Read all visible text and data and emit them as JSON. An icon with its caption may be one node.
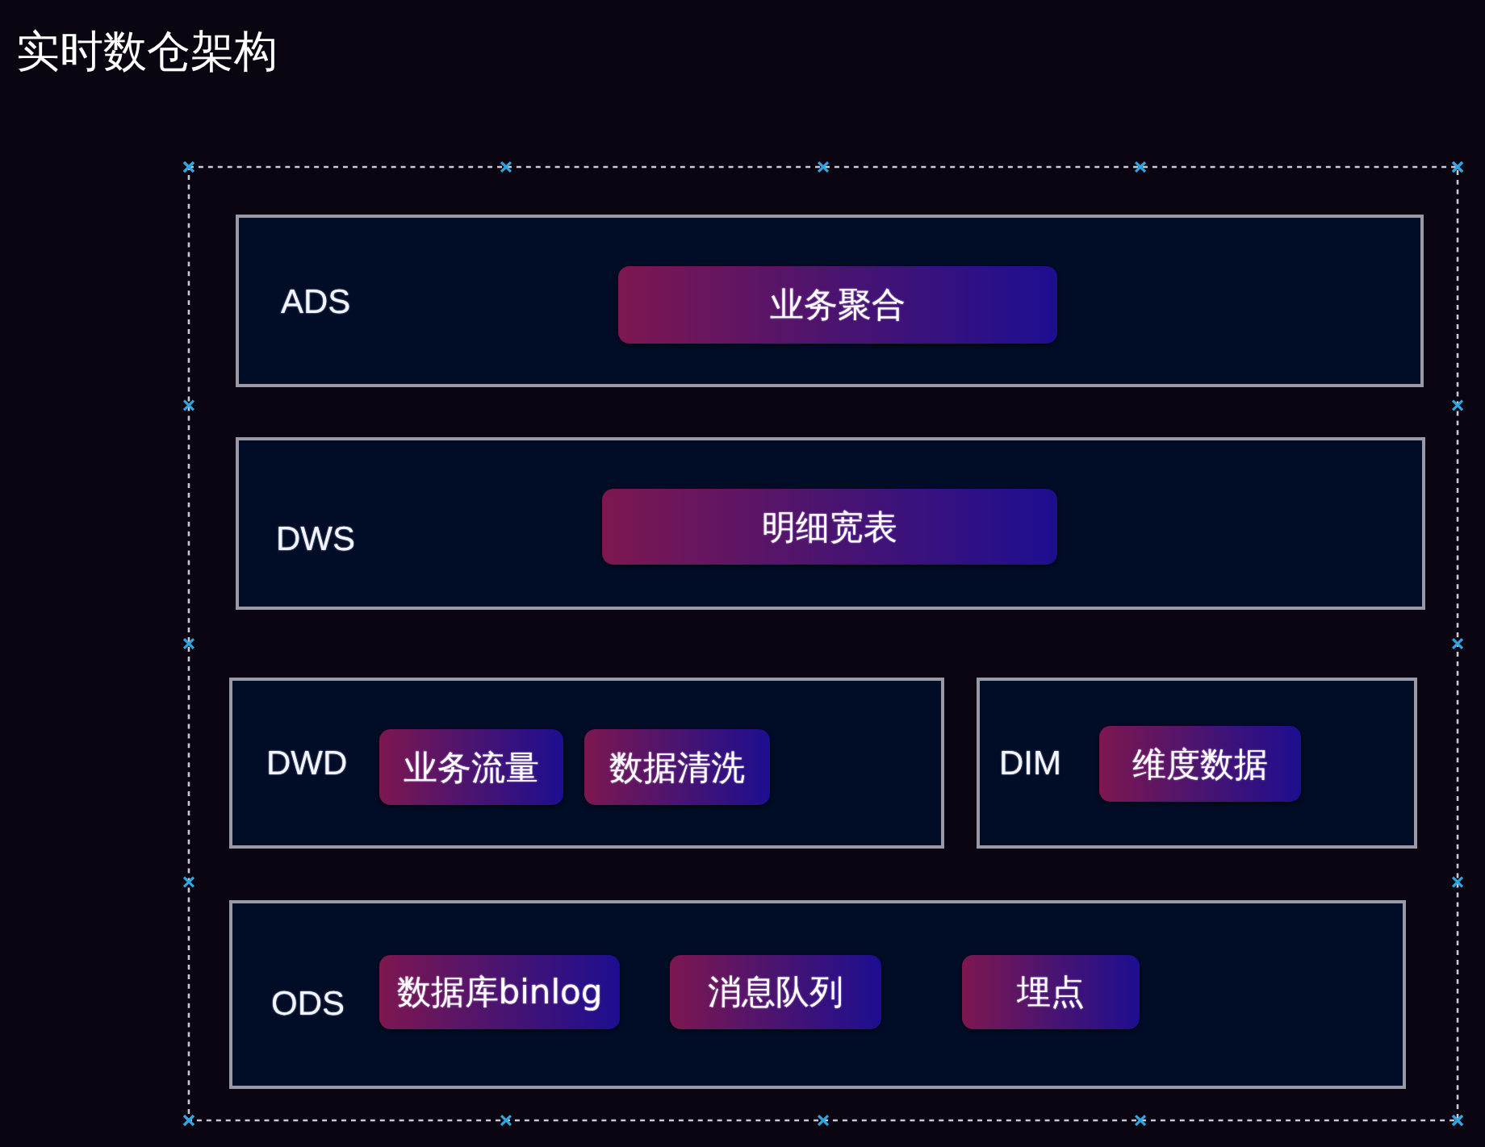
{
  "diagram": {
    "title": "实时数仓架构",
    "nodes": [
      {
        "text": [
          "ADS"
        ]
      },
      {
        "text": [
          "业务聚合"
        ],
        "in": 0
      },
      {
        "text": [
          "DWS"
        ]
      },
      {
        "text": [
          "明细宽表"
        ],
        "in": 2
      },
      {
        "text": [
          "DWD"
        ]
      },
      {
        "text": [
          "业务流量"
        ],
        "in": 4
      },
      {
        "text": [
          "数据清洗"
        ],
        "in": 4
      },
      {
        "text": [
          "DIM"
        ]
      },
      {
        "text": [
          "维度数据"
        ],
        "in": 7
      },
      {
        "text": [
          "ODS"
        ]
      },
      {
        "text": [
          "数据库binlog"
        ],
        "in": 9
      },
      {
        "text": [
          "消息队列"
        ],
        "in": 9
      },
      {
        "text": [
          "埋点"
        ],
        "in": 9
      }
    ]
  }
}
